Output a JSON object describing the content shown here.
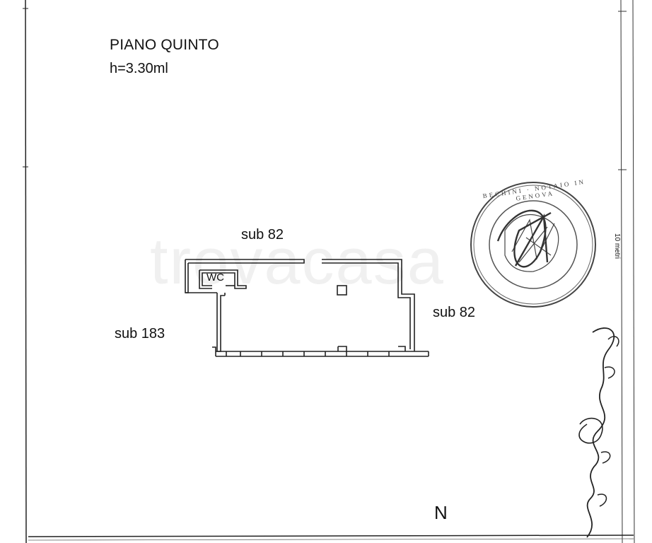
{
  "sheet": {
    "title": "PIANO QUINTO",
    "height_note": "h=3.30ml",
    "north_label": "N",
    "scale_label": "10 metri",
    "watermark": "trovacasa"
  },
  "plan": {
    "labels": {
      "sub_top": "sub 82",
      "sub_right": "sub 82",
      "sub_left": "sub 183",
      "wc": "WC"
    }
  },
  "stamp": {
    "text": "BECHINI · NOTAIO IN GENOVA"
  }
}
